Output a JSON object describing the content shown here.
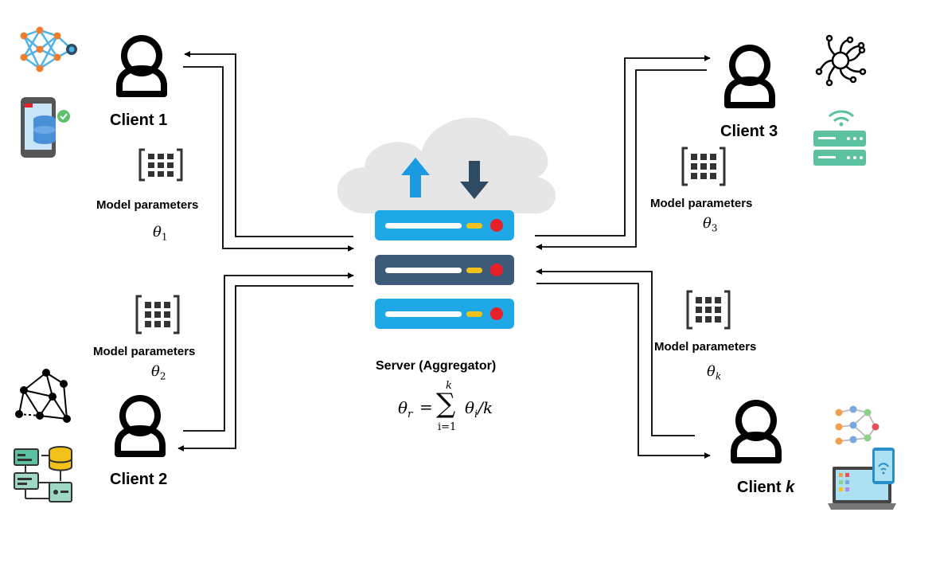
{
  "server": {
    "label": "Server (Aggregator)",
    "formula": {
      "lhs_symbol": "θ",
      "lhs_sub": "r",
      "equals": "=",
      "sum_symbol": "∑",
      "sum_upper": "k",
      "sum_lower": "i=1",
      "term_symbol": "θ",
      "term_sub": "i",
      "tail": "/k"
    }
  },
  "clients": [
    {
      "name": "Client 1",
      "param_label": "Model parameters",
      "theta_symbol": "θ",
      "theta_sub": "1"
    },
    {
      "name": "Client 2",
      "param_label": "Model parameters",
      "theta_symbol": "θ",
      "theta_sub": "2"
    },
    {
      "name": "Client 3",
      "param_label": "Model parameters",
      "theta_symbol": "θ",
      "theta_sub": "3"
    },
    {
      "name_prefix": "Client ",
      "name_suffix": "k",
      "param_label": "Model parameters",
      "theta_symbol": "θ",
      "theta_sub": "k"
    }
  ],
  "icons": {
    "client_1": [
      "neural-network-icon",
      "mobile-database-icon"
    ],
    "client_2": [
      "network-graph-icon",
      "data-pipeline-icon"
    ],
    "client_3": [
      "ai-circuit-icon",
      "wifi-router-icon"
    ],
    "client_k": [
      "decision-graph-icon",
      "laptop-phone-icon"
    ],
    "server": [
      "cloud-icon",
      "upload-arrow-icon",
      "download-arrow-icon",
      "server-rack-icon"
    ]
  },
  "colors": {
    "arrow": "#000000",
    "server_blue": "#1fa8e6",
    "server_dark": "#3d5a78",
    "cloud": "#e6e6e6",
    "upload_arrow": "#1a9ae0",
    "download_arrow": "#2f4a63",
    "led_yellow": "#f2c21b",
    "led_red": "#e8202a"
  }
}
